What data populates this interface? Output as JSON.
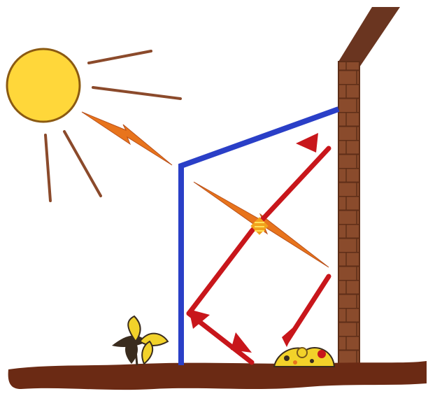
{
  "figure": {
    "kind": "greenhouse-effect-illustration",
    "labels": [],
    "colors": {
      "sun_fill": "#FFD73A",
      "sun_outline": "#C9A000",
      "sun_ray": "#8B4A2B",
      "glass_frame": "#2A3FC7",
      "wall_brick": "#8A4B2C",
      "wall_mortar": "#5E2E18",
      "roof_cap": "#6A3520",
      "ground": "#6B2A14",
      "incoming_arrow": "#E8741C",
      "outgoing_arrow": "#C8161B",
      "plant": "#3A2C1E",
      "flower_yellow": "#F2D22A"
    },
    "elements": {
      "sun": "sun",
      "sun_rays": "sun-rays",
      "greenhouse_glass": "glass-pane",
      "brick_wall": "brick-wall",
      "ground": "ground",
      "plant": "plant",
      "flowers": "flower-patch",
      "incoming_radiation": "incoming-sunlight-arrows",
      "infrared_radiation": "infrared-arrows"
    }
  }
}
